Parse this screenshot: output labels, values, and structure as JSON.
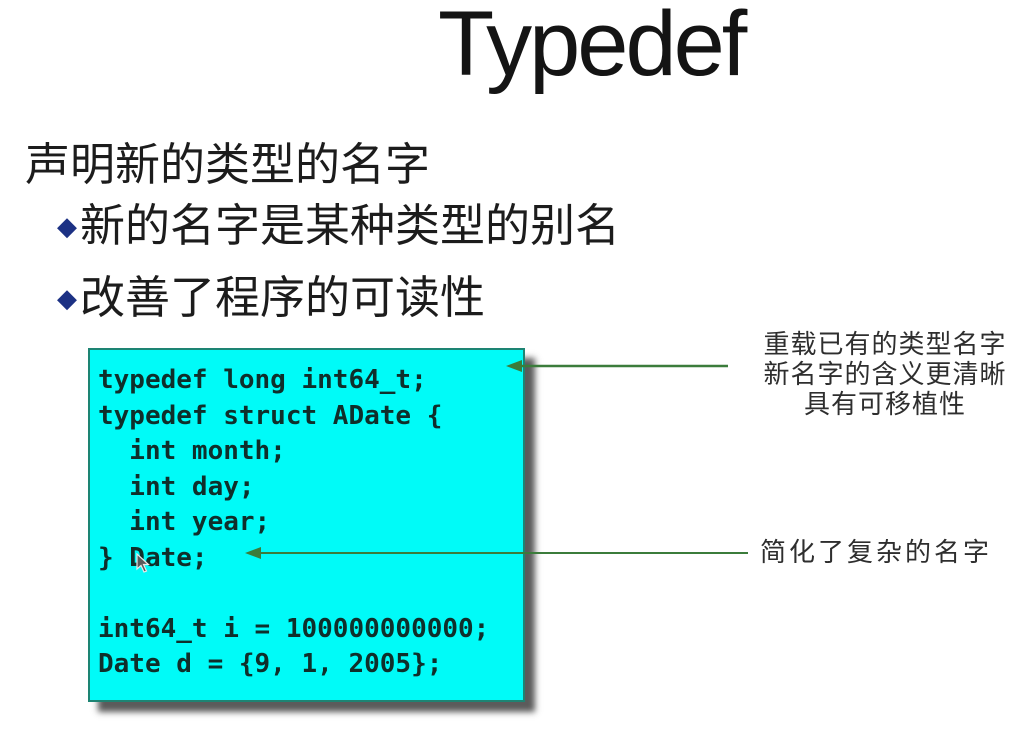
{
  "slide": {
    "title": "Typedef",
    "heading": "声明新的类型的名字",
    "bullet_glyph": "◆",
    "bullets": [
      "新的名字是某种类型的别名",
      "改善了程序的可读性"
    ],
    "code_box": {
      "background_color": "#00fbf8",
      "border_color": "#1d8473",
      "text_color": "#0f2f2b",
      "lines": [
        "typedef long int64_t;",
        "typedef struct ADate {",
        "  int month;",
        "  int day;",
        "  int year;",
        "} Date;",
        "",
        "int64_t i = 100000000000;",
        "Date d = {9, 1, 2005};"
      ]
    },
    "annotations": {
      "overload_note": {
        "lines": [
          "重载已有的类型名字",
          "新名字的含义更清晰",
          "具有可移植性"
        ]
      },
      "simplify_note": {
        "lines": [
          "简化了复杂的名字"
        ]
      }
    },
    "arrow_color": "#3b7c3b",
    "bullet_color": "#1c3184"
  }
}
